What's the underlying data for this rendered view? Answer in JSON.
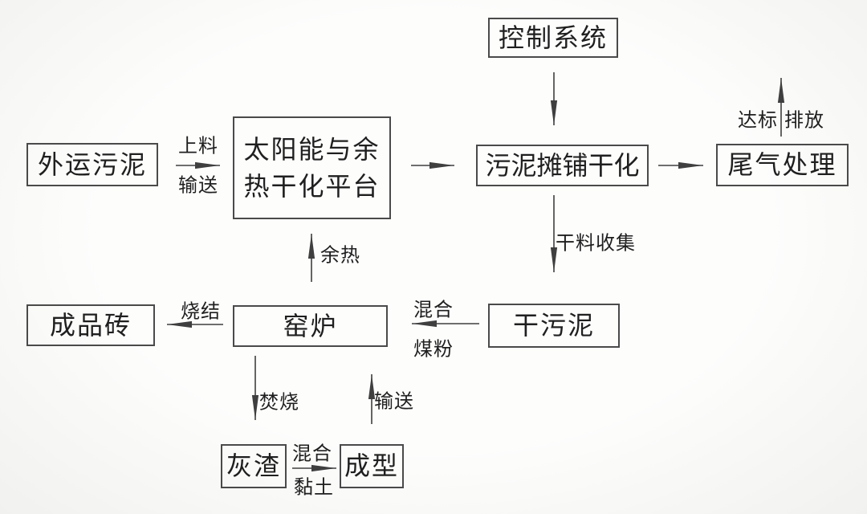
{
  "colors": {
    "canvas-bg": "#fafaf9",
    "line": "#3f3f3f",
    "text": "#1f1f1f"
  },
  "nodes": {
    "external_sludge": {
      "label": "外运污泥"
    },
    "solar_platform": {
      "line1": "太阳能与余",
      "line2": "热干化平台"
    },
    "control_system": {
      "label": "控制系统"
    },
    "sludge_spreading": {
      "label": "污泥摊铺干化"
    },
    "tail_gas_treatment": {
      "label": "尾气处理"
    },
    "dry_sludge": {
      "label": "干污泥"
    },
    "kiln": {
      "label": "窑炉"
    },
    "finished_brick": {
      "label": "成品砖"
    },
    "ash_residue": {
      "label": "灰渣"
    },
    "forming": {
      "label": "成型"
    }
  },
  "edge_labels": {
    "loading_line1": "上料",
    "loading_line2": "输送",
    "standard_discharge_left": "达标",
    "standard_discharge_right": "排放",
    "dry_material_collection": "干料收集",
    "mix_coal_line1": "混合",
    "mix_coal_line2": "煤粉",
    "waste_heat": "余热",
    "sintering": "烧结",
    "incineration": "焚烧",
    "mix_clay_line1": "混合",
    "mix_clay_line2": "黏土",
    "conveying": "输送"
  }
}
